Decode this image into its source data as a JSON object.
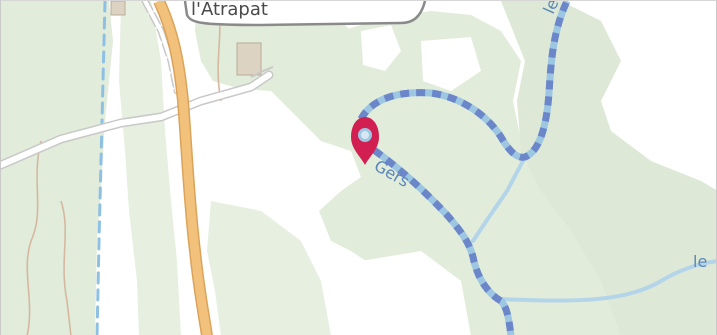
{
  "map": {
    "labels": {
      "place_top": "l'Atrapat",
      "river_main": "Gers",
      "river_top_right": "le",
      "river_right": "le"
    },
    "colors": {
      "background": "#ffffff",
      "vegetation": "#e1ecda",
      "river_fill": "#9cc6e2",
      "river_dash": "#6b86c9",
      "stream": "#b4d4ea",
      "main_road": "#f2c27c",
      "main_road_casing": "#dba35a",
      "minor_road": "#ffffff",
      "minor_road_casing": "#c8c8c8",
      "track": "#d6b8a1",
      "building": "#dcd3c2",
      "marker": "#d21f52",
      "label_text": "#5b86b8",
      "place_text": "#4a4a4a"
    },
    "icons": {
      "marker": "map-pin-icon"
    }
  }
}
